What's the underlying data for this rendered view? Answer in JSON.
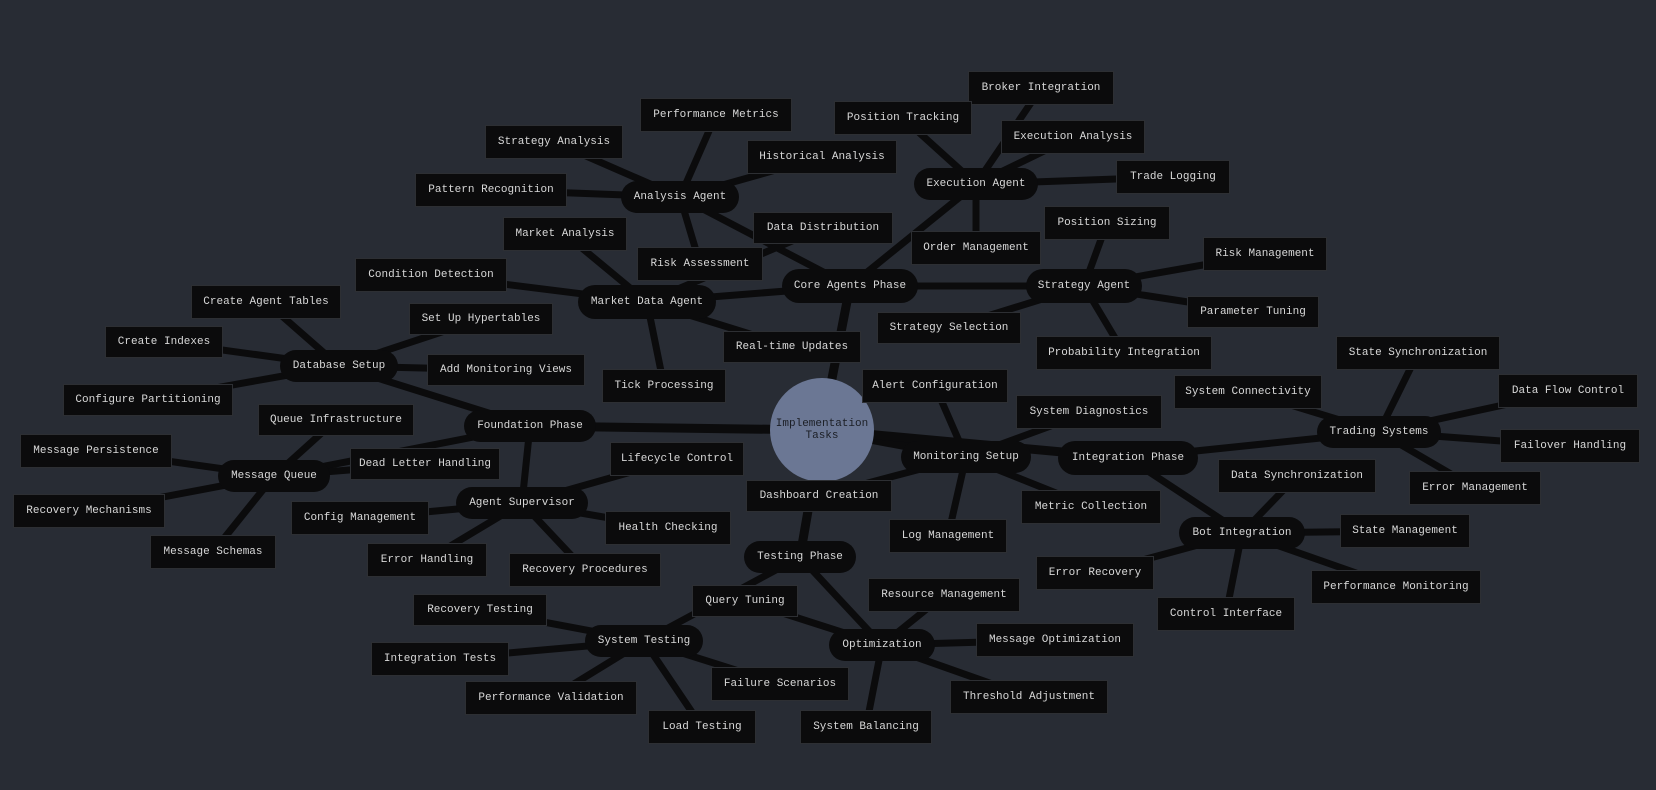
{
  "root": {
    "label": "Implementation Tasks"
  },
  "colors": {
    "background": "#282c34",
    "node_fill": "#0b0b0c",
    "root_fill": "#6b7794",
    "edge": "#0b0b0c",
    "text": "#d8d8d8"
  },
  "branches": {
    "foundation_phase": {
      "label": "Foundation Phase",
      "database_setup": {
        "label": "Database Setup",
        "children": [
          "Create Agent Tables",
          "Create Indexes",
          "Configure Partitioning",
          "Set Up Hypertables",
          "Add Monitoring Views"
        ]
      },
      "message_queue": {
        "label": "Message Queue",
        "children": [
          "Queue Infrastructure",
          "Message Persistence",
          "Recovery Mechanisms",
          "Message Schemas",
          "Dead Letter Handling"
        ]
      },
      "agent_supervisor": {
        "label": "Agent Supervisor",
        "children": [
          "Lifecycle Control",
          "Config Management",
          "Health Checking",
          "Error Handling",
          "Recovery Procedures"
        ]
      }
    },
    "core_agents_phase": {
      "label": "Core Agents Phase",
      "analysis_agent": {
        "label": "Analysis Agent",
        "children": [
          "Performance Metrics",
          "Strategy Analysis",
          "Historical Analysis",
          "Pattern Recognition",
          "Risk Assessment"
        ]
      },
      "market_data_agent": {
        "label": "Market Data Agent",
        "children": [
          "Market Analysis",
          "Condition Detection",
          "Data Distribution",
          "Real-time Updates",
          "Tick Processing"
        ]
      },
      "execution_agent": {
        "label": "Execution Agent",
        "children": [
          "Broker Integration",
          "Position Tracking",
          "Execution Analysis",
          "Trade Logging",
          "Order Management"
        ]
      },
      "strategy_agent": {
        "label": "Strategy Agent",
        "children": [
          "Position Sizing",
          "Risk Management",
          "Parameter Tuning",
          "Strategy Selection",
          "Probability Integration"
        ]
      }
    },
    "monitoring_setup": {
      "label": "Monitoring Setup",
      "children": [
        "Alert Configuration",
        "System Diagnostics",
        "Dashboard Creation",
        "Metric Collection",
        "Log Management"
      ]
    },
    "integration_phase": {
      "label": "Integration Phase",
      "trading_systems": {
        "label": "Trading Systems",
        "children": [
          "State Synchronization",
          "System Connectivity",
          "Data Flow Control",
          "Failover Handling",
          "Error Management"
        ]
      },
      "bot_integration": {
        "label": "Bot Integration",
        "children": [
          "Data Synchronization",
          "State Management",
          "Error Recovery",
          "Performance Monitoring",
          "Control Interface"
        ]
      }
    },
    "testing_phase": {
      "label": "Testing Phase",
      "system_testing": {
        "label": "System Testing",
        "children": [
          "Recovery Testing",
          "Integration Tests",
          "Performance Validation",
          "Load Testing",
          "Failure Scenarios"
        ]
      },
      "optimization": {
        "label": "Optimization",
        "children": [
          "Query Tuning",
          "Resource Management",
          "Message Optimization",
          "Threshold Adjustment",
          "System Balancing"
        ]
      }
    }
  }
}
